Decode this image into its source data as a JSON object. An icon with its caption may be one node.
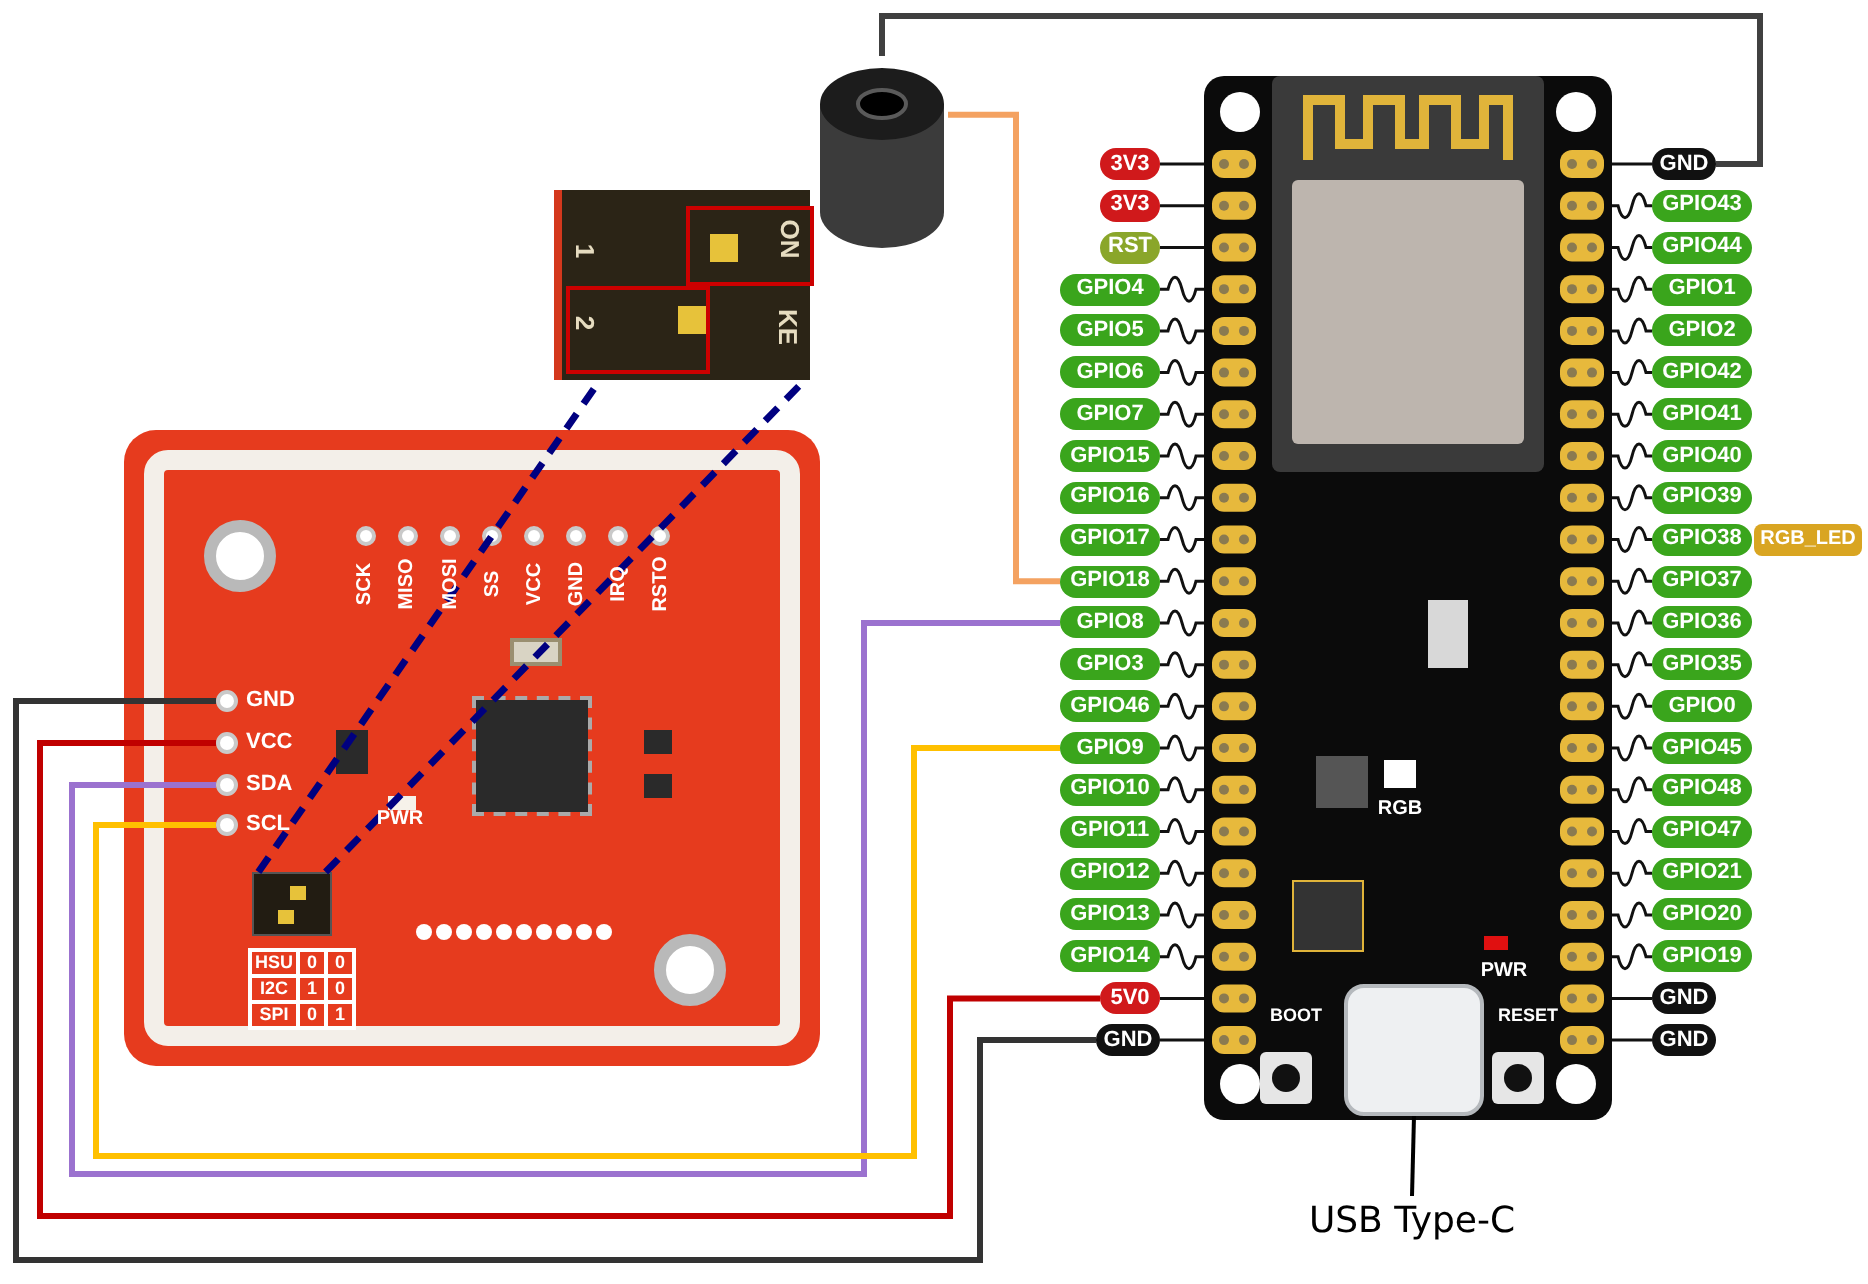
{
  "diagram": {
    "nodes": [
      {
        "text": [],
        "shape": "picture"
      },
      {
        "text": [
          "GND"
        ],
        "in": 0
      },
      {
        "text": [
          "VCC"
        ],
        "in": 0
      },
      {
        "text": [
          "SDA"
        ],
        "in": 0
      },
      {
        "text": [
          "SCL"
        ],
        "in": 0
      },
      {
        "text": [],
        "shape": "switch",
        "in": 0
      },
      {
        "text": [
          "1",
          "2",
          "ON",
          "KE"
        ]
      },
      {
        "text": [],
        "shape": "cylinder"
      },
      {
        "text": [],
        "shape": "picture"
      },
      {
        "text": [
          "3V3"
        ]
      },
      {
        "text": [
          "3V3"
        ]
      },
      {
        "text": [
          "RST"
        ]
      },
      {
        "text": [
          "GPIO4"
        ]
      },
      {
        "text": [
          "GPIO5"
        ]
      },
      {
        "text": [
          "GPIO6"
        ]
      },
      {
        "text": [
          "GPIO7"
        ]
      },
      {
        "text": [
          "GPIO15"
        ]
      },
      {
        "text": [
          "GPIO16"
        ]
      },
      {
        "text": [
          "GPIO17"
        ]
      },
      {
        "text": [
          "GPIO18"
        ]
      },
      {
        "text": [
          "GPIO8"
        ]
      },
      {
        "text": [
          "GPIO3"
        ]
      },
      {
        "text": [
          "GPIO46"
        ]
      },
      {
        "text": [
          "GPIO9"
        ]
      },
      {
        "text": [
          "GPIO10"
        ]
      },
      {
        "text": [
          "GPIO11"
        ]
      },
      {
        "text": [
          "GPIO12"
        ]
      },
      {
        "text": [
          "GPIO13"
        ]
      },
      {
        "text": [
          "GPIO14"
        ]
      },
      {
        "text": [
          "5V0"
        ]
      },
      {
        "text": [
          "GND"
        ]
      },
      {
        "text": [
          "GND"
        ]
      },
      {
        "text": [
          "GPIO43"
        ]
      },
      {
        "text": [
          "GPIO44"
        ]
      },
      {
        "text": [
          "GPIO1"
        ]
      },
      {
        "text": [
          "GPIO2"
        ]
      },
      {
        "text": [
          "GPIO42"
        ]
      },
      {
        "text": [
          "GPIO41"
        ]
      },
      {
        "text": [
          "GPIO40"
        ]
      },
      {
        "text": [
          "GPIO39"
        ]
      },
      {
        "text": [
          "GPIO38"
        ],
        "beside": [
          "RGB_LED"
        ]
      },
      {
        "text": [
          "GPIO37"
        ]
      },
      {
        "text": [
          "GPIO36"
        ]
      },
      {
        "text": [
          "GPIO35"
        ]
      },
      {
        "text": [
          "GPIO0"
        ]
      },
      {
        "text": [
          "GPIO45"
        ]
      },
      {
        "text": [
          "GPIO48"
        ]
      },
      {
        "text": [
          "GPIO47"
        ]
      },
      {
        "text": [
          "GPIO21"
        ]
      },
      {
        "text": [
          "GPIO20"
        ]
      },
      {
        "text": [
          "GPIO19"
        ]
      },
      {
        "text": [
          "GND"
        ]
      },
      {
        "text": [
          "GND"
        ]
      },
      {
        "text": [],
        "shape": "box",
        "in": 8
      },
      {
        "text": [
          "USB Type-C"
        ]
      }
    ],
    "edges": [
      {
        "from": 1,
        "to": 30,
        "arrow": "none",
        "style": "thick",
        "color": "#333333"
      },
      {
        "from": 2,
        "to": 29,
        "arrow": "none",
        "style": "thick",
        "color": "#c00000"
      },
      {
        "from": 3,
        "to": 20,
        "arrow": "none",
        "style": "thick",
        "color": "#9b72cf"
      },
      {
        "from": 4,
        "to": 23,
        "arrow": "none",
        "style": "thick",
        "color": "#ffc000"
      },
      {
        "from": 7,
        "to": 19,
        "arrow": "none",
        "style": "thick",
        "color": "#f4a261"
      },
      {
        "from": 7,
        "to": 31,
        "arrow": "none",
        "style": "thick",
        "color": "#404040"
      },
      {
        "from": 5,
        "to": 6,
        "arrow": "none",
        "style": "dashed",
        "color": "#000080"
      },
      {
        "from": 5,
        "to": 6,
        "arrow": "none",
        "style": "dashed",
        "color": "#000080"
      },
      {
        "from": 54,
        "to": 53,
        "arrow": "none",
        "color": "#000000"
      },
      {
        "from": 9,
        "to": 8,
        "arrow": "none"
      },
      {
        "from": 10,
        "to": 8,
        "arrow": "none"
      },
      {
        "from": 11,
        "to": 8,
        "arrow": "none"
      },
      {
        "from": 12,
        "to": 8,
        "arrow": "none"
      },
      {
        "from": 13,
        "to": 8,
        "arrow": "none"
      },
      {
        "from": 14,
        "to": 8,
        "arrow": "none"
      },
      {
        "from": 15,
        "to": 8,
        "arrow": "none"
      },
      {
        "from": 16,
        "to": 8,
        "arrow": "none"
      },
      {
        "from": 17,
        "to": 8,
        "arrow": "none"
      },
      {
        "from": 18,
        "to": 8,
        "arrow": "none"
      },
      {
        "from": 19,
        "to": 8,
        "arrow": "none"
      },
      {
        "from": 20,
        "to": 8,
        "arrow": "none"
      },
      {
        "from": 21,
        "to": 8,
        "arrow": "none"
      },
      {
        "from": 22,
        "to": 8,
        "arrow": "none"
      },
      {
        "from": 23,
        "to": 8,
        "arrow": "none"
      },
      {
        "from": 24,
        "to": 8,
        "arrow": "none"
      },
      {
        "from": 25,
        "to": 8,
        "arrow": "none"
      },
      {
        "from": 26,
        "to": 8,
        "arrow": "none"
      },
      {
        "from": 27,
        "to": 8,
        "arrow": "none"
      },
      {
        "from": 28,
        "to": 8,
        "arrow": "none"
      },
      {
        "from": 29,
        "to": 8,
        "arrow": "none"
      },
      {
        "from": 30,
        "to": 8,
        "arrow": "none"
      },
      {
        "from": 31,
        "to": 8,
        "arrow": "none"
      },
      {
        "from": 32,
        "to": 8,
        "arrow": "none"
      },
      {
        "from": 33,
        "to": 8,
        "arrow": "none"
      },
      {
        "from": 34,
        "to": 8,
        "arrow": "none"
      },
      {
        "from": 35,
        "to": 8,
        "arrow": "none"
      },
      {
        "from": 36,
        "to": 8,
        "arrow": "none"
      },
      {
        "from": 37,
        "to": 8,
        "arrow": "none"
      },
      {
        "from": 38,
        "to": 8,
        "arrow": "none"
      },
      {
        "from": 39,
        "to": 8,
        "arrow": "none"
      },
      {
        "from": 40,
        "to": 8,
        "arrow": "none"
      },
      {
        "from": 41,
        "to": 8,
        "arrow": "none"
      },
      {
        "from": 42,
        "to": 8,
        "arrow": "none"
      },
      {
        "from": 43,
        "to": 8,
        "arrow": "none"
      },
      {
        "from": 44,
        "to": 8,
        "arrow": "none"
      },
      {
        "from": 45,
        "to": 8,
        "arrow": "none"
      },
      {
        "from": 46,
        "to": 8,
        "arrow": "none"
      },
      {
        "from": 47,
        "to": 8,
        "arrow": "none"
      },
      {
        "from": 48,
        "to": 8,
        "arrow": "none"
      },
      {
        "from": 49,
        "to": 8,
        "arrow": "none"
      },
      {
        "from": 50,
        "to": 8,
        "arrow": "none"
      },
      {
        "from": 51,
        "to": 8,
        "arrow": "none"
      },
      {
        "from": 52,
        "to": 8,
        "arrow": "none"
      }
    ],
    "labels": [
      "SCK",
      "MISO",
      "MOSI",
      "SS",
      "VCC",
      "GND",
      "IRQ",
      "RSTO",
      "PWR",
      "HSU",
      "0",
      "0",
      "I2C",
      "1",
      "0",
      "SPI",
      "0",
      "1",
      "RGB",
      "PWR",
      "BOOT",
      "RESET"
    ]
  }
}
